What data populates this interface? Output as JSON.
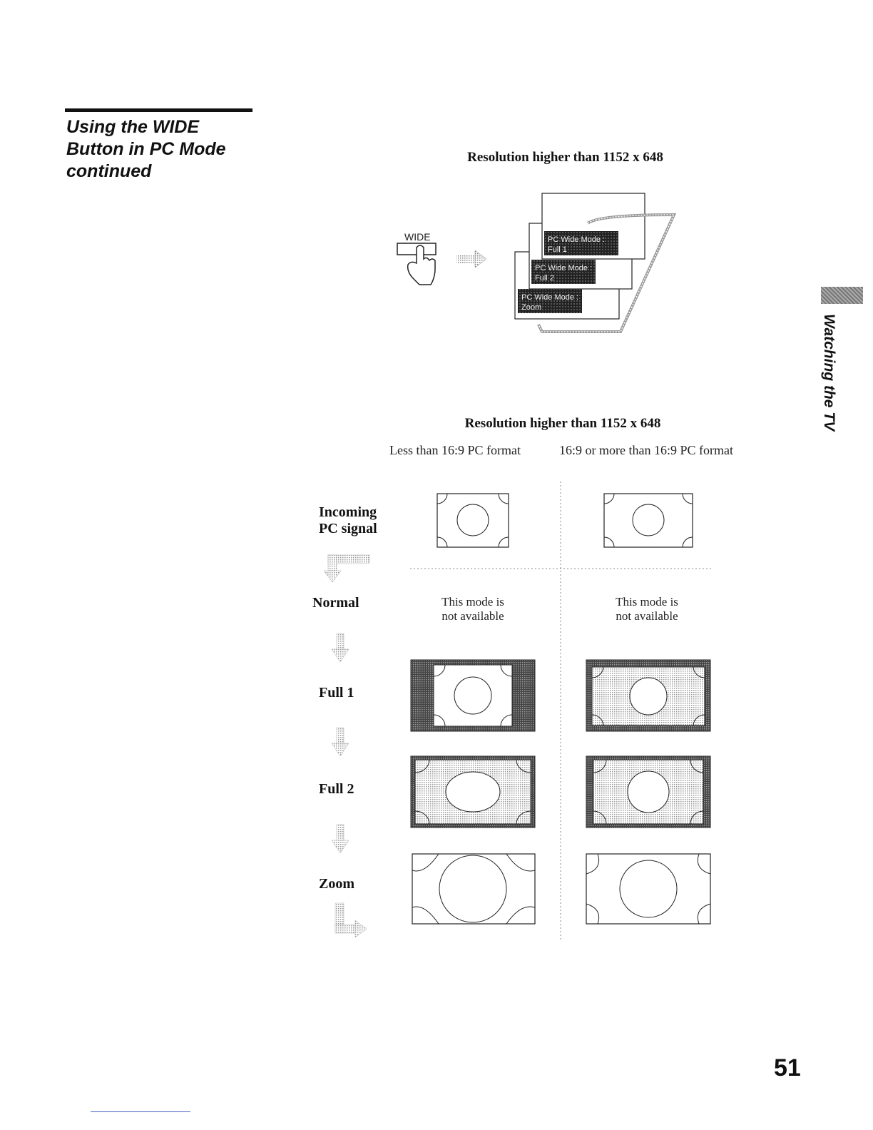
{
  "section": {
    "title_line1": "Using the WIDE",
    "title_line2": "Button in PC Mode",
    "title_line3": "continued"
  },
  "cycle_diagram": {
    "heading": "Resolution higher than 1152 x 648",
    "button_label": "WIDE",
    "screens": [
      {
        "line1": "PC Wide Mode :",
        "line2": "Full 1"
      },
      {
        "line1": "PC Wide Mode :",
        "line2": "Full 2"
      },
      {
        "line1": "PC Wide Mode :",
        "line2": "Zoom"
      }
    ]
  },
  "mode_table": {
    "heading": "Resolution higher than 1152 x 648",
    "col1": "Less than 16:9 PC format",
    "col2": "16:9 or more than 16:9 PC format",
    "rows": {
      "incoming_line1": "Incoming",
      "incoming_line2": "PC signal",
      "normal": "Normal",
      "full1": "Full 1",
      "full2": "Full 2",
      "zoom": "Zoom"
    },
    "not_available_line1": "This mode is",
    "not_available_line2": "not available"
  },
  "side_tab": "Watching the TV",
  "page_number": "51"
}
